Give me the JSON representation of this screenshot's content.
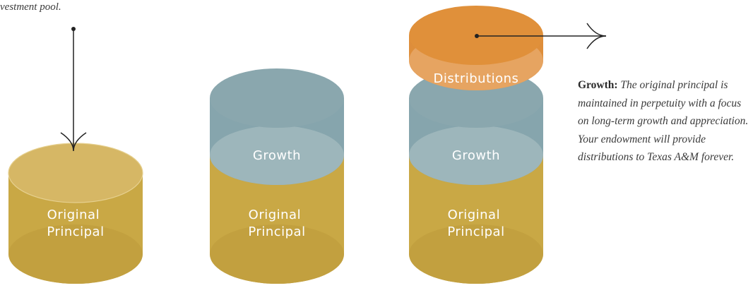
{
  "intro_caption": "vestment pool.",
  "cylinders": [
    {
      "segments": [
        {
          "label": [
            "Original",
            "Principal"
          ]
        }
      ]
    },
    {
      "segments": [
        {
          "label": [
            "Original",
            "Principal"
          ]
        },
        {
          "label": [
            "Growth"
          ]
        }
      ]
    },
    {
      "segments": [
        {
          "label": [
            "Original",
            "Principal"
          ]
        },
        {
          "label": [
            "Growth"
          ]
        },
        {
          "label": [
            "Distributions"
          ]
        }
      ]
    }
  ],
  "growth_caption": {
    "lead": "Growth:",
    "body": "The original principal is maintained in perpetuity with a focus on long-term growth and appreciation. Your endowment will provide distributions to Texas A&M forever."
  },
  "colors": {
    "principal": "#c9a845",
    "principal_top": "#d6b765",
    "growth": "#86a5ad",
    "growth_top": "#a0b8bd",
    "distribution": "#de8e3b",
    "distribution_top": "#e8a868"
  }
}
